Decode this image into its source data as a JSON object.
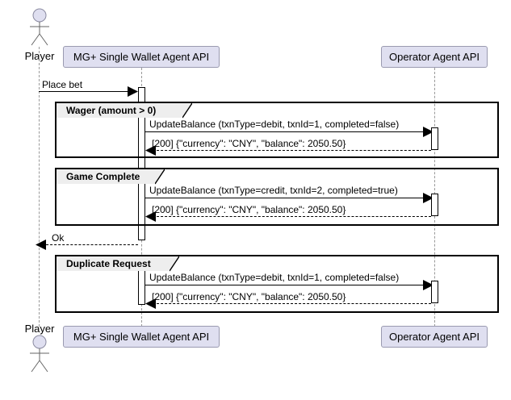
{
  "diagram": {
    "type": "uml-sequence-diagram",
    "title": "",
    "colors": {
      "participant_fill": "#DFDFF0",
      "participant_border": "#9a9ab0",
      "fragment_border": "#000000",
      "fragment_tab_fill": "#EEEEEE",
      "lifeline": "#999999",
      "text": "#000000",
      "background": "#ffffff"
    }
  },
  "participants": [
    {
      "id": "player",
      "label": "Player",
      "kind": "actor"
    },
    {
      "id": "mgplus",
      "label": "MG+ Single Wallet Agent API",
      "kind": "box"
    },
    {
      "id": "operator",
      "label": "Operator Agent API",
      "kind": "box"
    }
  ],
  "participants_bottom": [
    {
      "id": "player",
      "label": "Player",
      "kind": "actor"
    },
    {
      "id": "mgplus",
      "label": "MG+ Single Wallet Agent API",
      "kind": "box"
    },
    {
      "id": "operator",
      "label": "Operator Agent API",
      "kind": "box"
    }
  ],
  "messages": [
    {
      "id": "m1",
      "label": "Place bet",
      "from": "player",
      "to": "mgplus",
      "style": "solid"
    },
    {
      "id": "m2",
      "label": "UpdateBalance (txnType=debit, txnId=1, completed=false)",
      "from": "mgplus",
      "to": "operator",
      "style": "solid"
    },
    {
      "id": "m3",
      "label": "[200] {\"currency\": \"CNY\", \"balance\": 2050.50}",
      "from": "operator",
      "to": "mgplus",
      "style": "dotted"
    },
    {
      "id": "m4",
      "label": "UpdateBalance (txnType=credit, txnId=2, completed=true)",
      "from": "mgplus",
      "to": "operator",
      "style": "solid"
    },
    {
      "id": "m5",
      "label": "[200] {\"currency\": \"CNY\", \"balance\": 2050.50}",
      "from": "operator",
      "to": "mgplus",
      "style": "dotted"
    },
    {
      "id": "m6",
      "label": "Ok",
      "from": "mgplus",
      "to": "player",
      "style": "dotted"
    },
    {
      "id": "m7",
      "label": "UpdateBalance (txnType=debit, txnId=1, completed=false)",
      "from": "mgplus",
      "to": "operator",
      "style": "solid"
    },
    {
      "id": "m8",
      "label": "[200] {\"currency\": \"CNY\", \"balance\": 2050.50}",
      "from": "operator",
      "to": "mgplus",
      "style": "dotted"
    }
  ],
  "fragments": [
    {
      "id": "f1",
      "label": "Wager (amount > 0)"
    },
    {
      "id": "f2",
      "label": "Game Complete"
    },
    {
      "id": "f3",
      "label": "Duplicate Request"
    }
  ]
}
